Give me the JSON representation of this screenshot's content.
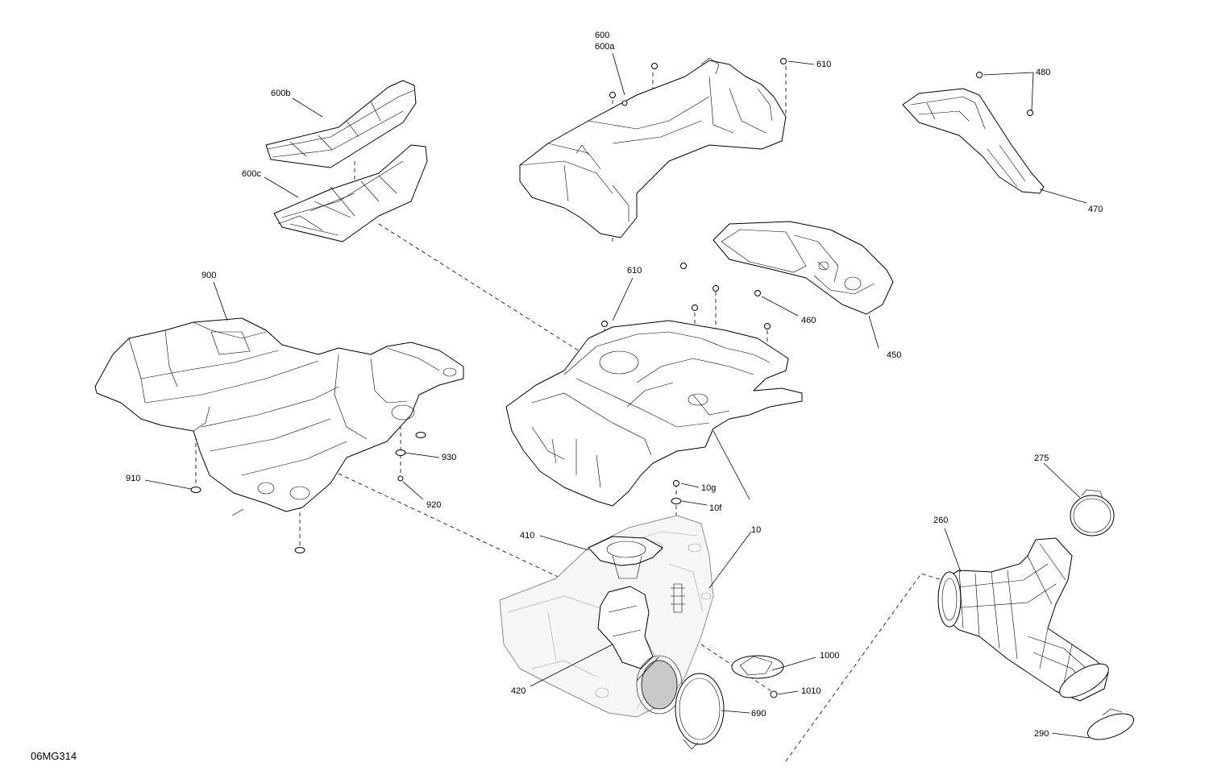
{
  "callouts": {
    "c600": "600",
    "c600a": "600a",
    "c610_top": "610",
    "c480": "480",
    "c600b": "600b",
    "c600c": "600c",
    "c470": "470",
    "c900": "900",
    "c610_mid": "610",
    "c460": "460",
    "c450": "450",
    "c930": "930",
    "c910": "910",
    "c920": "920",
    "c10g": "10g",
    "c10f": "10f",
    "c275": "275",
    "c410": "410",
    "c10": "10",
    "c260": "260",
    "c1000": "1000",
    "c1010": "1010",
    "c420": "420",
    "c690": "690",
    "c290": "290"
  },
  "diagram_code": "06MG314"
}
